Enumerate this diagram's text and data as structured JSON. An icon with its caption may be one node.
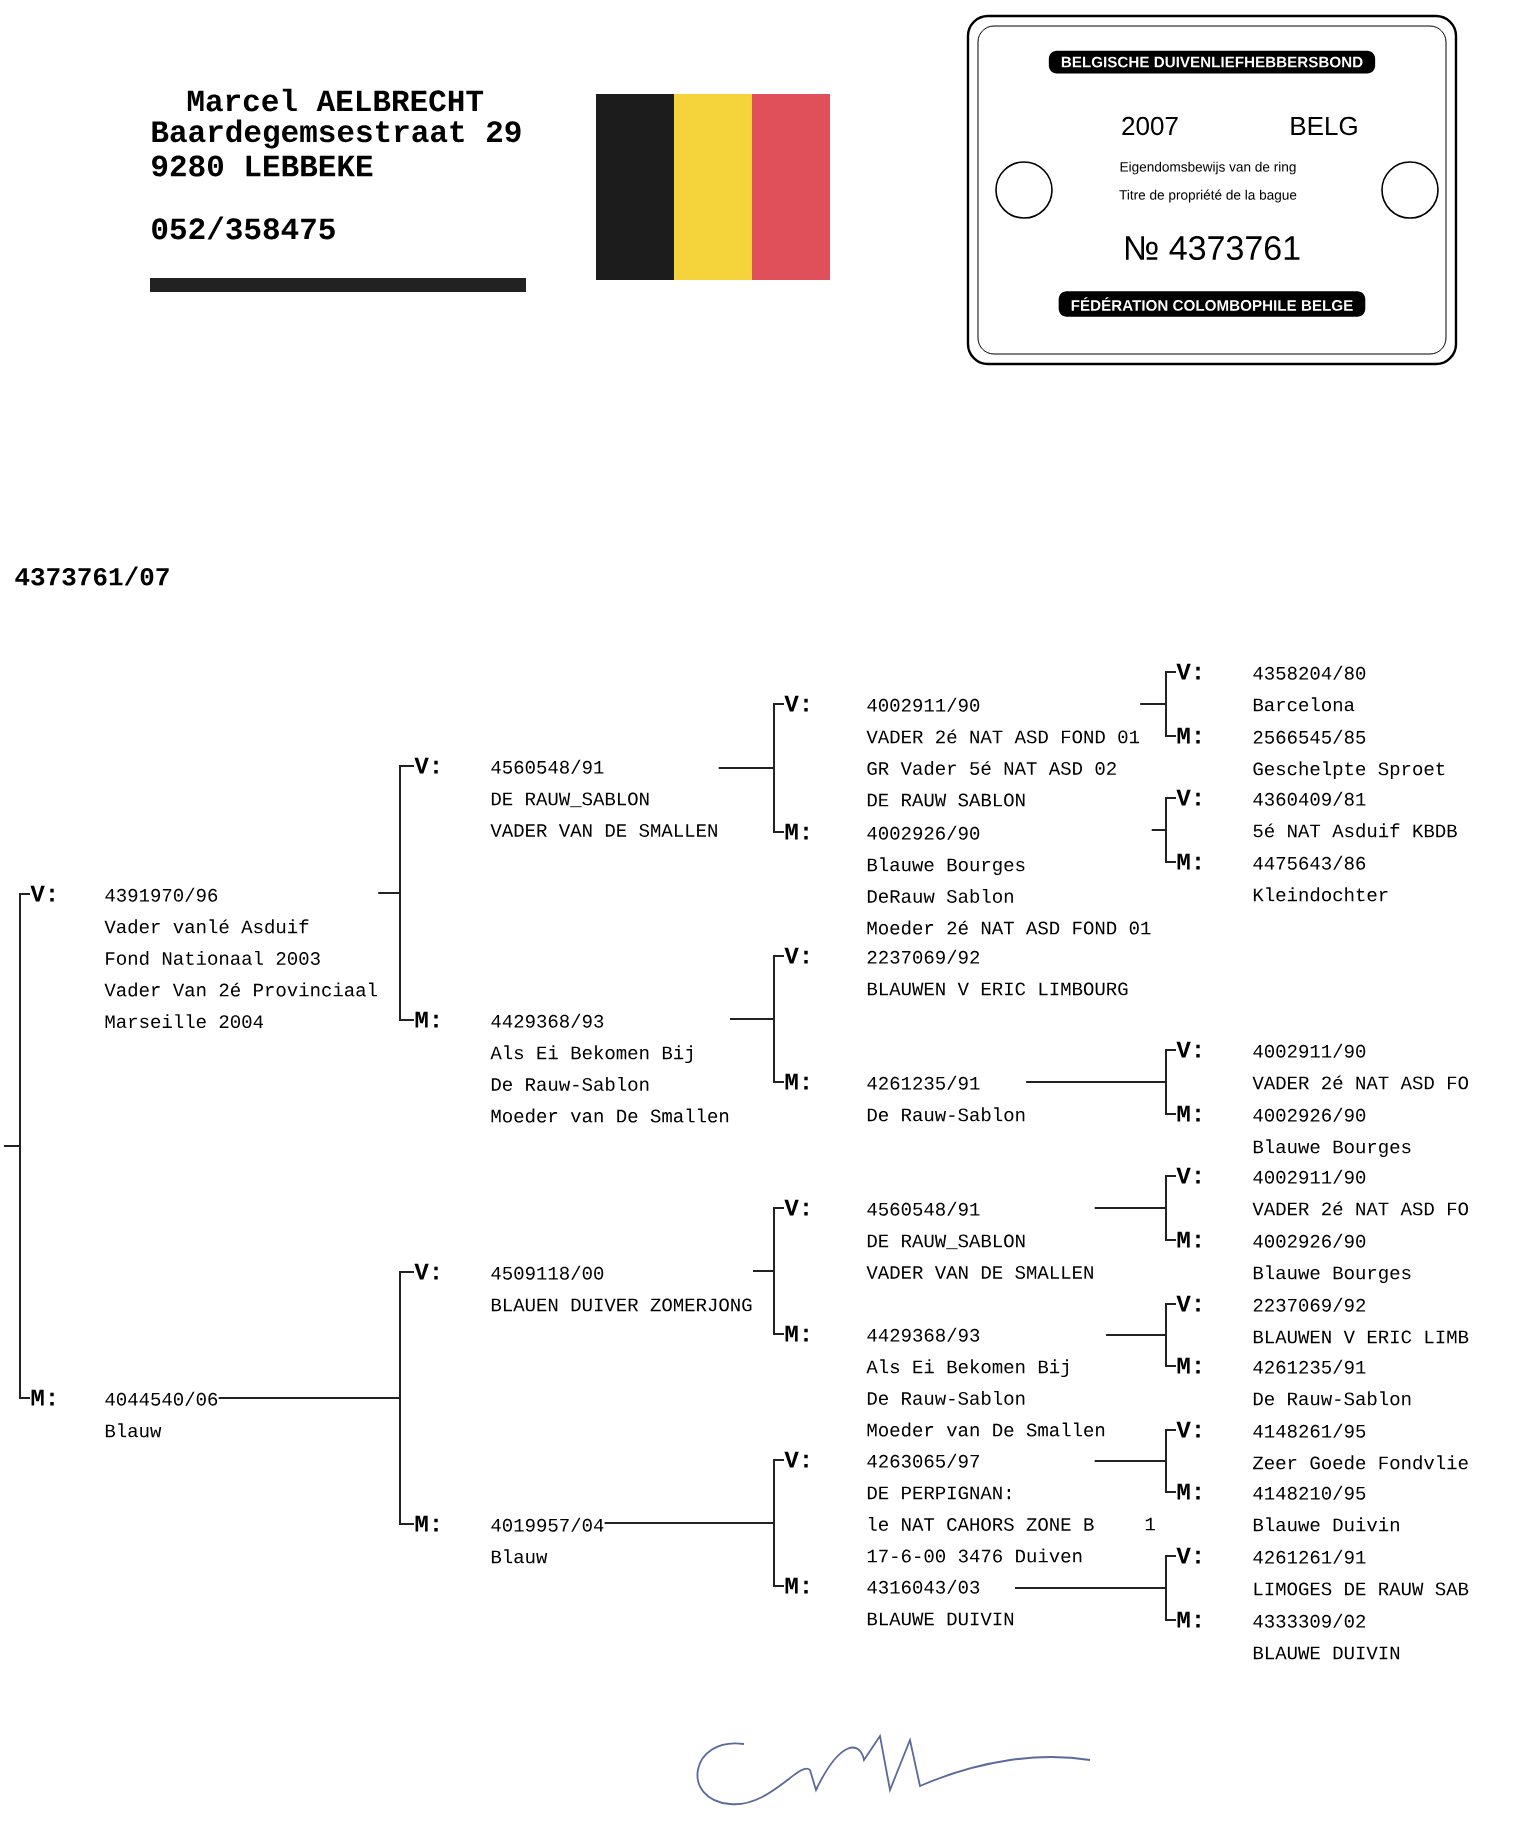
{
  "diagram": {
    "nodes": [
      {
        "text": [
          "V:",
          "4391970/96",
          "Vader vanlé Asduif",
          "Fond Nationaal 2003",
          "Vader Van 2é Provinciaal",
          "Marseille 2004"
        ]
      },
      {
        "text": [
          "M:",
          "4044540/06",
          "Blauw"
        ]
      },
      {
        "text": [
          "V:",
          "4560548/91",
          "DE RAUW_SABLON",
          "VADER VAN DE SMALLEN"
        ]
      },
      {
        "text": [
          "M:",
          "4429368/93",
          "Als Ei Bekomen Bij",
          "De Rauw-Sablon",
          "Moeder van De Smallen"
        ]
      },
      {
        "text": [
          "V:",
          "4509118/00",
          "BLAUEN DUIVER ZOMERJONG"
        ]
      },
      {
        "text": [
          "M:",
          "4019957/04",
          "Blauw"
        ]
      },
      {
        "text": [
          "V:",
          "4002911/90",
          "VADER 2é NAT ASD FOND 01",
          "GR Vader 5é NAT ASD 02",
          "DE RAUW SABLON"
        ]
      },
      {
        "text": [
          "M:",
          "4002926/90",
          "Blauwe Bourges",
          "DeRauw Sablon",
          "Moeder 2é NAT ASD FOND 01"
        ]
      },
      {
        "text": [
          "V:",
          "2237069/92",
          "BLAUWEN V ERIC LIMBOURG"
        ]
      },
      {
        "text": [
          "M:",
          "4261235/91",
          "De Rauw-Sablon"
        ]
      },
      {
        "text": [
          "V:",
          "4560548/91",
          "DE RAUW_SABLON",
          "VADER VAN DE SMALLEN"
        ]
      },
      {
        "text": [
          "M:",
          "4429368/93",
          "Als Ei Bekomen Bij",
          "De Rauw-Sablon",
          "Moeder van De Smallen"
        ]
      },
      {
        "text": [
          "V:",
          "4263065/97",
          "DE PERPIGNAN:",
          "le NAT CAHORS ZONE B",
          "17-6-00 3476 Duiven"
        ]
      },
      {
        "text": [
          "M:",
          "4316043/03",
          "BLAUWE DUIVIN"
        ]
      },
      {
        "text": [
          "V:",
          "4358204/80",
          "Barcelona"
        ]
      },
      {
        "text": [
          "M:",
          "2566545/85",
          "Geschelpte Sproet"
        ]
      },
      {
        "text": [
          "V:",
          "4360409/81",
          "5é NAT Asduif KBDB"
        ]
      },
      {
        "text": [
          "M:",
          "4475643/86",
          "Kleindochter"
        ]
      },
      {
        "text": [
          "V:",
          "4002911/90",
          "VADER 2é NAT ASD FO"
        ]
      },
      {
        "text": [
          "M:",
          "4002926/90",
          "Blauwe Bourges"
        ]
      },
      {
        "text": [
          "V:",
          "4002911/90",
          "VADER 2é NAT ASD FO"
        ]
      },
      {
        "text": [
          "M:",
          "4002926/90",
          "Blauwe Bourges"
        ]
      },
      {
        "text": [
          "V:",
          "2237069/92",
          "BLAUWEN V ERIC LIMB"
        ]
      },
      {
        "text": [
          "M:",
          "4261235/91",
          "De Rauw-Sablon"
        ]
      },
      {
        "text": [
          "V:",
          "4148261/95",
          "Zeer Goede Fondvlie"
        ]
      },
      {
        "text": [
          "M:",
          "4148210/95",
          "Blauwe Duivin"
        ]
      },
      {
        "text": [
          "V:",
          "4261261/91",
          "LIMOGES DE RAUW SAB"
        ]
      },
      {
        "text": [
          "M:",
          "4333309/02",
          "BLAUWE DUIVIN"
        ]
      }
    ],
    "edges": [
      {
        "from": null,
        "to": 0,
        "arrow": "none"
      },
      {
        "from": null,
        "to": 1,
        "arrow": "none"
      },
      {
        "from": 0,
        "to": 2,
        "arrow": "none"
      },
      {
        "from": 0,
        "to": 3,
        "arrow": "none"
      },
      {
        "from": 1,
        "to": 4,
        "arrow": "none"
      },
      {
        "from": 1,
        "to": 5,
        "arrow": "none"
      },
      {
        "from": 2,
        "to": 6,
        "arrow": "none"
      },
      {
        "from": 2,
        "to": 7,
        "arrow": "none"
      },
      {
        "from": 3,
        "to": 8,
        "arrow": "none"
      },
      {
        "from": 3,
        "to": 9,
        "arrow": "none"
      },
      {
        "from": 4,
        "to": 10,
        "arrow": "none"
      },
      {
        "from": 4,
        "to": 11,
        "arrow": "none"
      },
      {
        "from": 5,
        "to": 12,
        "arrow": "none"
      },
      {
        "from": 5,
        "to": 13,
        "arrow": "none"
      },
      {
        "from": 6,
        "to": 14,
        "arrow": "none"
      },
      {
        "from": 6,
        "to": 15,
        "arrow": "none"
      },
      {
        "from": 7,
        "to": 16,
        "arrow": "none"
      },
      {
        "from": 7,
        "to": 17,
        "arrow": "none"
      },
      {
        "from": 9,
        "to": 18,
        "arrow": "none"
      },
      {
        "from": 9,
        "to": 19,
        "arrow": "none"
      },
      {
        "from": 10,
        "to": 20,
        "arrow": "none"
      },
      {
        "from": 10,
        "to": 21,
        "arrow": "none"
      },
      {
        "from": 11,
        "to": 22,
        "arrow": "none"
      },
      {
        "from": 11,
        "to": 23,
        "arrow": "none"
      },
      {
        "from": 12,
        "to": 24,
        "arrow": "none"
      },
      {
        "from": 12,
        "to": 25,
        "arrow": "none"
      },
      {
        "from": 13,
        "to": 26,
        "arrow": "none"
      },
      {
        "from": 13,
        "to": 27,
        "arrow": "none"
      }
    ],
    "labels": [
      "Marcel AELBRECHT",
      "Baardegemsestraat 29",
      "9280 LEBBEKE",
      "BELGISCHE DUIVENLIEFHEBBERSBOND",
      "2007",
      "BELG",
      "Eigendomsbewijs van de ring",
      "Titre de propriété de la bague",
      "№ 4373761",
      "052/358475",
      "FÉDÉRATION COLOMBOPHILE BELGE",
      "4373761/07",
      "1"
    ]
  }
}
